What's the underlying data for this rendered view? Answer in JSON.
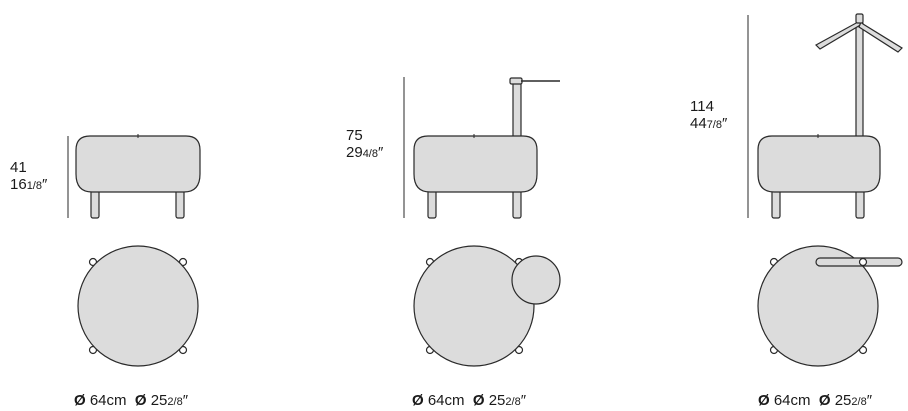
{
  "variants": [
    {
      "height_cm": "41",
      "height_in_whole": "16",
      "height_in_frac": "1/8",
      "inch_mark": "″",
      "diameter_symbol": "Ø",
      "diameter_cm": "64cm",
      "diameter_in_whole": "25",
      "diameter_in_frac": "2/8"
    },
    {
      "height_cm": "75",
      "height_in_whole": "29",
      "height_in_frac": "4/8",
      "inch_mark": "″",
      "diameter_symbol": "Ø",
      "diameter_cm": "64cm",
      "diameter_in_whole": "25",
      "diameter_in_frac": "2/8"
    },
    {
      "height_cm": "114",
      "height_in_whole": "44",
      "height_in_frac": "7/8",
      "inch_mark": "″",
      "diameter_symbol": "Ø",
      "diameter_cm": "64cm",
      "diameter_in_whole": "25",
      "diameter_in_frac": "2/8"
    }
  ],
  "colors": {
    "seat_fill": "#dcdcdc",
    "line": "#2a2a2a"
  }
}
